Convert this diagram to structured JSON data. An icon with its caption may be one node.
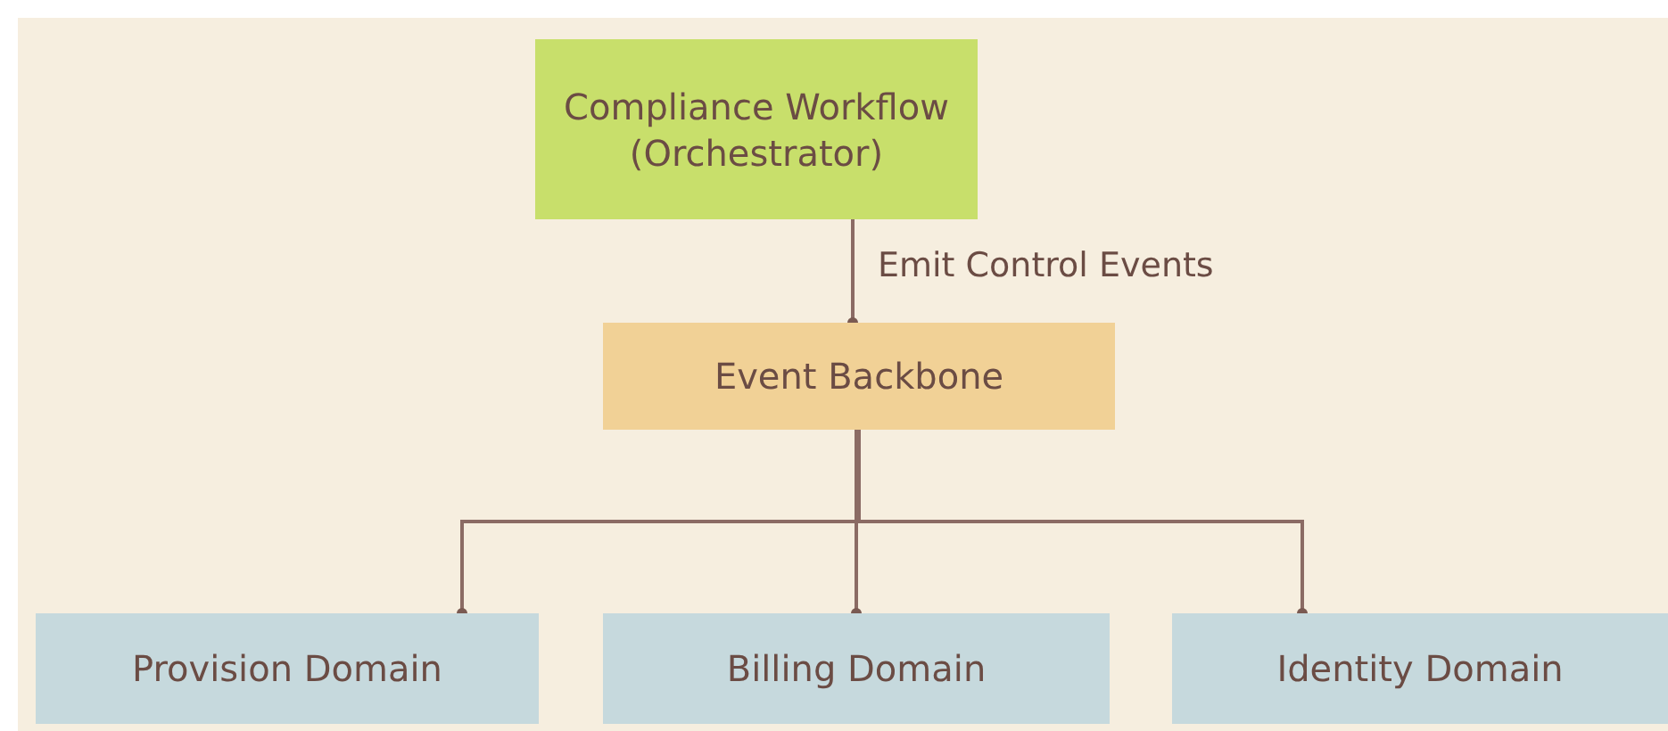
{
  "diagram": {
    "nodes": [
      {
        "text": [
          "Compliance Workflow (Orchestrator)"
        ]
      },
      {
        "text": [
          "Event Backbone"
        ]
      },
      {
        "text": [
          "Provision Domain"
        ]
      },
      {
        "text": [
          "Billing Domain"
        ]
      },
      {
        "text": [
          "Identity Domain"
        ]
      }
    ],
    "edges": [
      {
        "from": 0,
        "to": 1,
        "arrow": "other",
        "label": "Emit Control Events"
      },
      {
        "from": 1,
        "to": 2,
        "arrow": "other"
      },
      {
        "from": 1,
        "to": 3,
        "arrow": "other"
      },
      {
        "from": 1,
        "to": 4,
        "arrow": "other"
      }
    ]
  }
}
